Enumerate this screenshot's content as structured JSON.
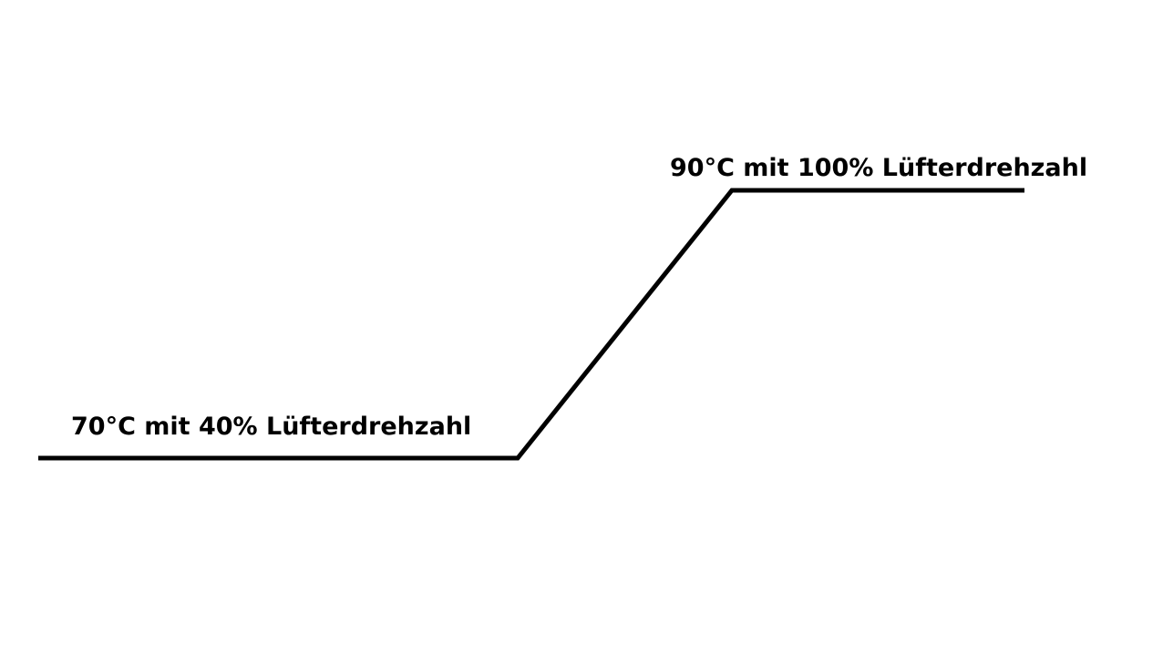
{
  "diagram": {
    "type": "fan-curve",
    "line_color": "#000000",
    "background": "#ffffff",
    "points": [
      {
        "temperature_c": 70,
        "fan_speed_percent": 40
      },
      {
        "temperature_c": 90,
        "fan_speed_percent": 100
      }
    ],
    "labels": {
      "low": "70°C mit 40% Lüfterdrehzahl",
      "high": "90°C mit 100% Lüfterdrehzahl"
    }
  }
}
